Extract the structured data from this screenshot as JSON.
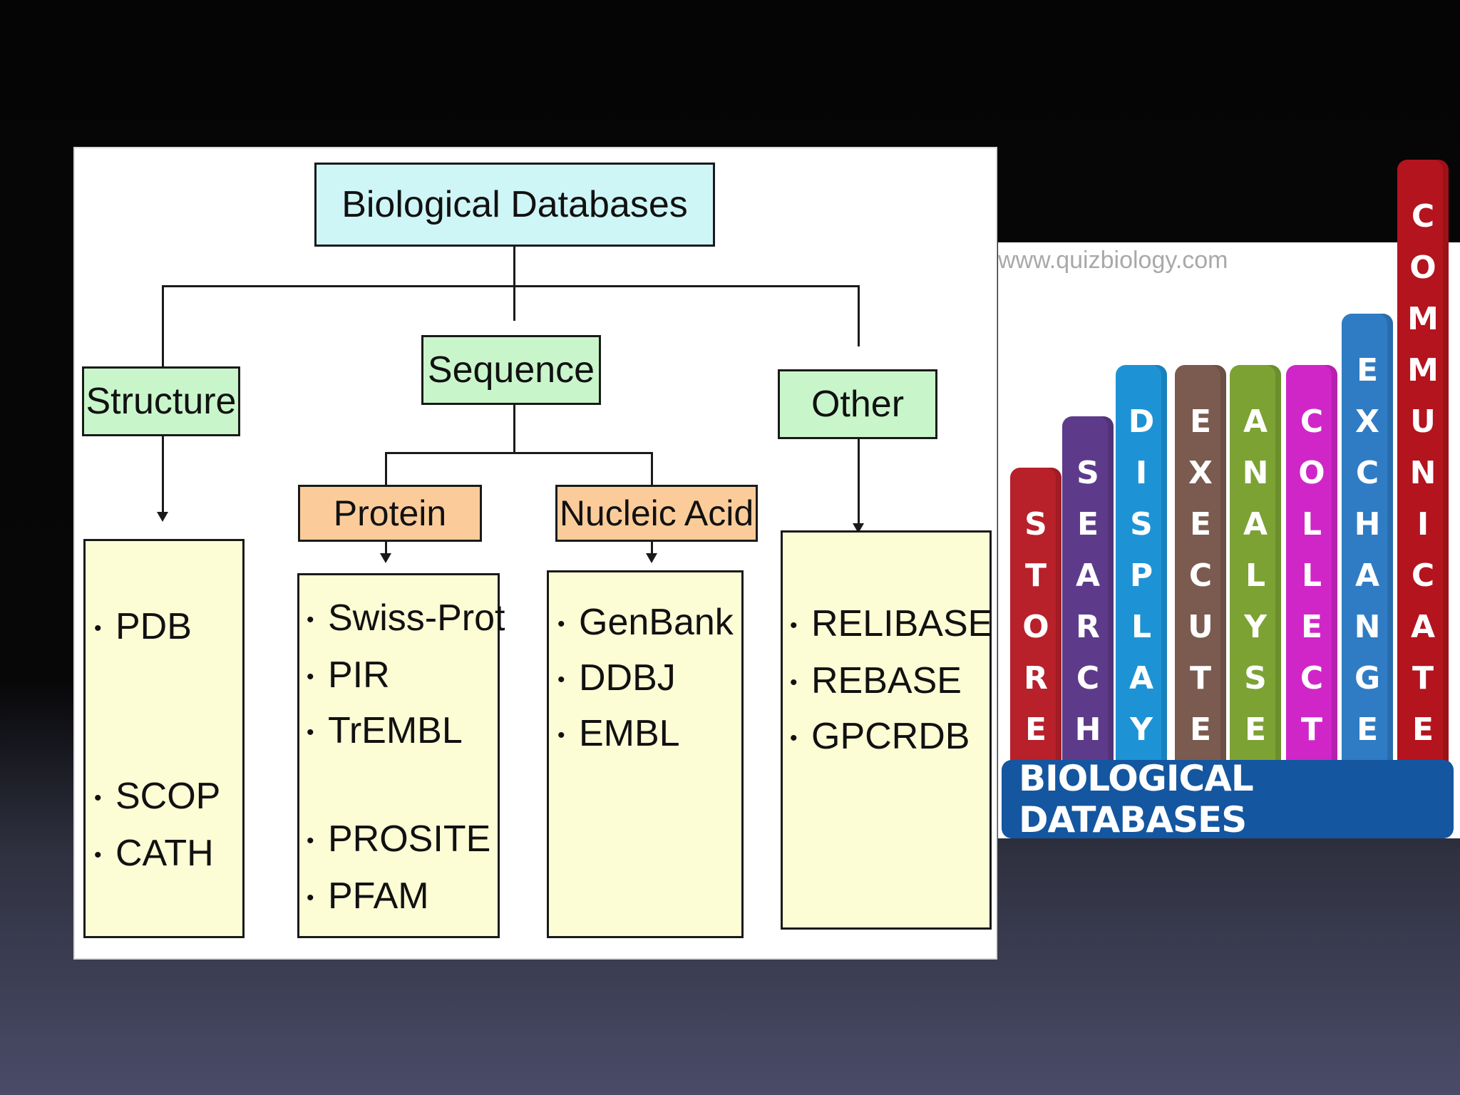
{
  "diagram": {
    "root": "Biological Databases",
    "categories": {
      "structure": "Structure",
      "sequence": "Sequence",
      "other": "Other"
    },
    "subcategories": {
      "protein": "Protein",
      "nucleic_acid": "Nucleic Acid"
    },
    "bullet": "•",
    "structure_items": [
      "PDB",
      "SCOP",
      "CATH"
    ],
    "protein_items": [
      "Swiss-Prot",
      "PIR",
      "TrEMBL",
      "PROSITE",
      "PFAM"
    ],
    "nucleic_items": [
      "GenBank",
      "DDBJ",
      "EMBL"
    ],
    "other_items": [
      "RELIBASE",
      "REBASE",
      "GPCRDB"
    ]
  },
  "graphic": {
    "watermark": "www.quizbiology.com",
    "books": [
      {
        "word": "STORE",
        "color": "#b8202a"
      },
      {
        "word": "SEARCH",
        "color": "#5e3b8a"
      },
      {
        "word": "DISPLAY",
        "color": "#1d93d6"
      },
      {
        "word": "EXECUTE",
        "color": "#7b5a4f"
      },
      {
        "word": "ANALYSE",
        "color": "#7ca233"
      },
      {
        "word": "COLLECT",
        "color": "#d026c8"
      },
      {
        "word": "EXCHANGE",
        "color": "#2f7cc4"
      },
      {
        "word": "COMMUNICATE",
        "color": "#b3141d"
      }
    ],
    "base_label": "BIOLOGICAL DATABASES"
  }
}
